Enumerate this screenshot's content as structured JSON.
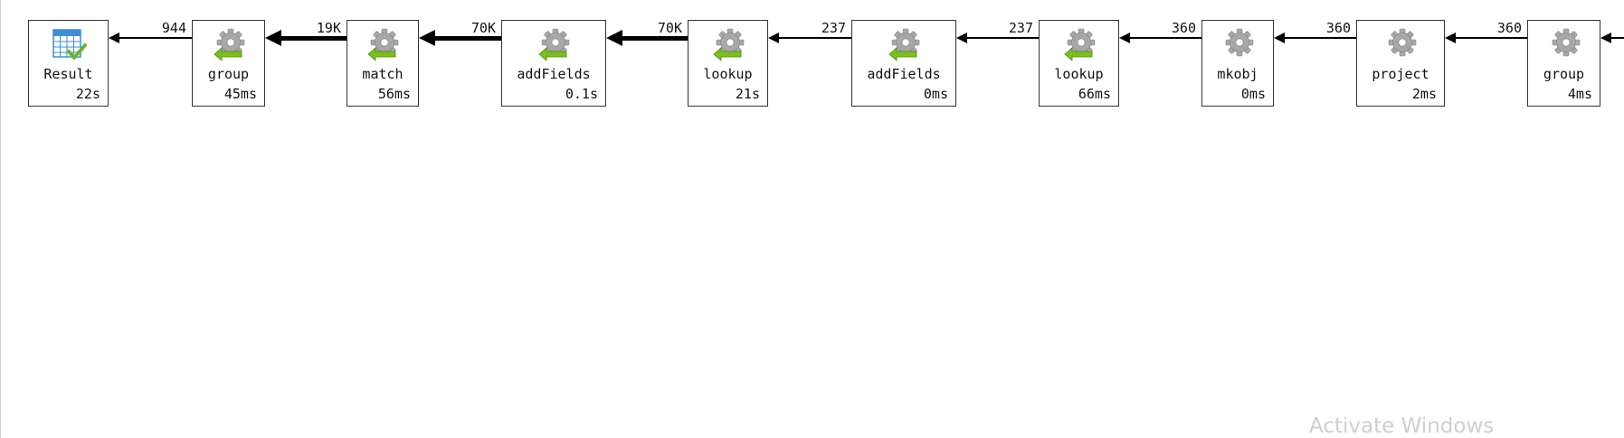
{
  "pipeline": {
    "stages": [
      {
        "name": "Result",
        "time": "22s",
        "icon": "table-check-icon"
      },
      {
        "name": "group",
        "time": "45ms",
        "icon": "gear-arrow-icon"
      },
      {
        "name": "match",
        "time": "56ms",
        "icon": "gear-arrow-icon"
      },
      {
        "name": "addFields",
        "time": "0.1s",
        "icon": "gear-arrow-icon"
      },
      {
        "name": "lookup",
        "time": "21s",
        "icon": "gear-arrow-icon"
      },
      {
        "name": "addFields",
        "time": "0ms",
        "icon": "gear-arrow-icon"
      },
      {
        "name": "lookup",
        "time": "66ms",
        "icon": "gear-arrow-icon"
      },
      {
        "name": "mkobj",
        "time": "0ms",
        "icon": "gear-icon"
      },
      {
        "name": "project",
        "time": "2ms",
        "icon": "gear-icon"
      },
      {
        "name": "group",
        "time": "4ms",
        "icon": "gear-icon"
      }
    ],
    "edges": [
      {
        "label": "944",
        "weight": "thin"
      },
      {
        "label": "19K",
        "weight": "heavy"
      },
      {
        "label": "70K",
        "weight": "heavy"
      },
      {
        "label": "70K",
        "weight": "heavy"
      },
      {
        "label": "237",
        "weight": "thin"
      },
      {
        "label": "237",
        "weight": "thin"
      },
      {
        "label": "360",
        "weight": "thin"
      },
      {
        "label": "360",
        "weight": "thin"
      },
      {
        "label": "360",
        "weight": "thin"
      }
    ],
    "colors": {
      "gear": "#a8a8a8",
      "arrow_green": "#7cbf1e",
      "table_blue": "#3b8fd8",
      "check_green": "#6cb32b"
    }
  },
  "watermark": {
    "text": "Activate Windows"
  }
}
